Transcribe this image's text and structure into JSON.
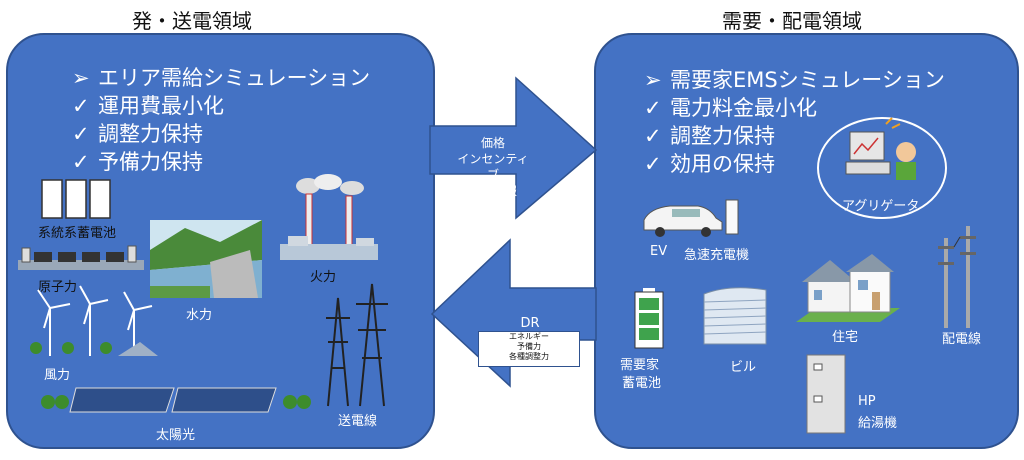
{
  "left_title": "発・送電領域",
  "right_title": "需要・配電領域",
  "left_bullets": [
    {
      "mark": "➢",
      "text": "エリア需給シミュレーション"
    },
    {
      "mark": "✓",
      "text": "運用費最小化"
    },
    {
      "mark": "✓",
      "text": "調整力保持"
    },
    {
      "mark": "✓",
      "text": "予備力保持"
    }
  ],
  "right_bullets": [
    {
      "mark": "➢",
      "text": "需要家EMSシミュレーション"
    },
    {
      "mark": "✓",
      "text": "電力料金最小化"
    },
    {
      "mark": "✓",
      "text": "調整力保持"
    },
    {
      "mark": "✓",
      "text": "効用の保持"
    }
  ],
  "arrow_right": {
    "line1": "価格",
    "line2": "インセンティ",
    "line3": "ブ",
    "line4": "制御情報"
  },
  "arrow_left": {
    "title": "DR",
    "box1": "エネルギー",
    "box2": "予備力",
    "box3": "各種調整力"
  },
  "left_labels": {
    "battery": "系統系蓄電池",
    "nuclear": "原子力",
    "hydro": "水力",
    "thermal": "火力",
    "wind": "風力",
    "solar": "太陽光",
    "transmission": "送電線"
  },
  "right_labels": {
    "aggregator": "アグリゲータ",
    "ev": "EV",
    "charger": "急速充電機",
    "storage_line1": "需要家",
    "storage_line2": "蓄電池",
    "building": "ビル",
    "house": "住宅",
    "distribution": "配電線",
    "hp_line1": "HP",
    "hp_line2": "給湯機"
  },
  "colors": {
    "panel": "#4472c4",
    "panel_border": "#2f528f"
  }
}
